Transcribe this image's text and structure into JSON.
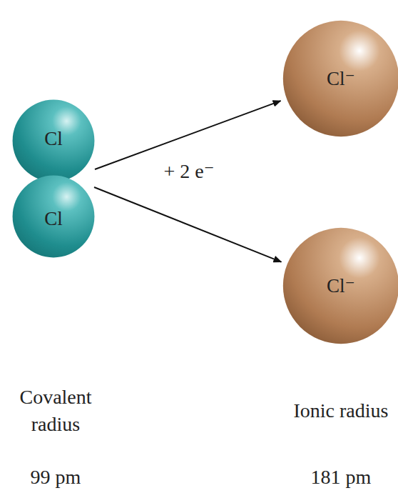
{
  "diagram": {
    "nodes": [
      {
        "text": [
          "Cl"
        ]
      },
      {
        "text": [
          "Cl"
        ]
      },
      {
        "text": [
          "Cl⁻"
        ]
      },
      {
        "text": [
          "Cl⁻"
        ]
      }
    ],
    "edges": [
      {
        "from": 0,
        "to": 2,
        "arrow": "to"
      },
      {
        "from": 1,
        "to": 3,
        "arrow": "to"
      }
    ],
    "labels": [
      "+ 2 e⁻",
      "Covalent radius",
      "99 pm",
      "Ionic radius",
      "181 pm"
    ]
  }
}
